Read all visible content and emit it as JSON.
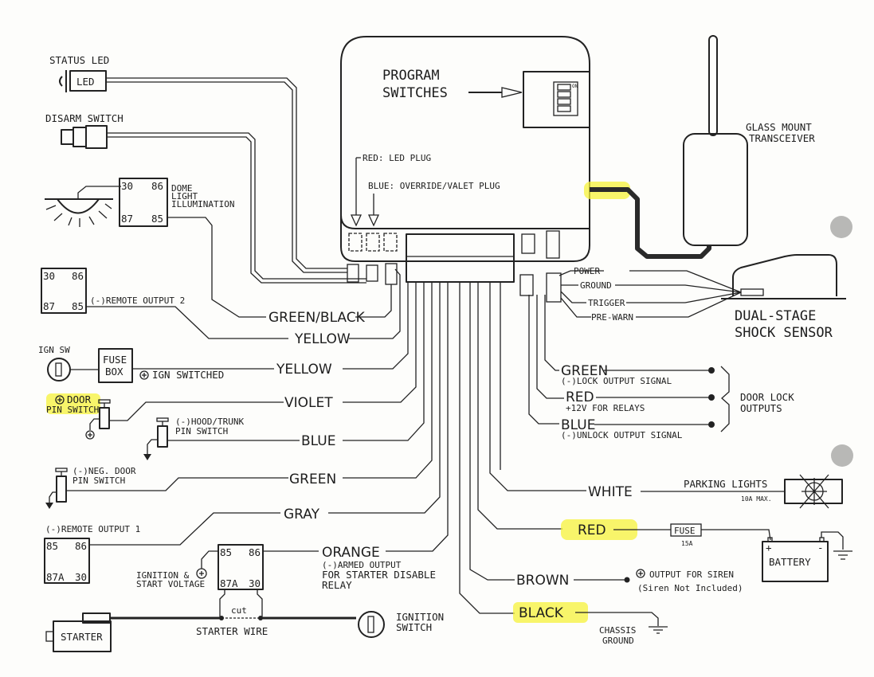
{
  "title": "Vehicle Alarm / Remote Start Wiring Diagram",
  "colors": {
    "highlight": "#f6f13a",
    "ink": "#1d1d1d",
    "paper": "#fdfdfb"
  },
  "control_unit": {
    "program_switches": [
      "PROGRAM",
      "SWITCHES"
    ],
    "red_plug": "RED: LED PLUG",
    "blue_plug": "BLUE: OVERRIDE/VALET PLUG",
    "dip_label": "ON"
  },
  "transceiver": {
    "line1": "GLASS MOUNT",
    "line2": "TRANSCEIVER"
  },
  "shock_sensor": {
    "line1": "DUAL-STAGE",
    "line2": "SHOCK SENSOR",
    "wires": [
      "POWER",
      "GROUND",
      "TRIGGER",
      "PRE-WARN"
    ]
  },
  "left": {
    "status_led": "STATUS LED",
    "led": "LED",
    "disarm_switch": "DISARM SWITCH",
    "dome_relay": {
      "p30": "30",
      "p86": "86",
      "p87": "87",
      "p85": "85"
    },
    "dome_label": [
      "DOME",
      "LIGHT",
      "ILLUMINATION"
    ],
    "remote2_relay": {
      "p30": "30",
      "p86": "86",
      "p87": "87",
      "p85": "85"
    },
    "remote2_label": "(-)REMOTE OUTPUT 2",
    "ign_sw": "IGN SW",
    "fuse_box": [
      "FUSE",
      "BOX"
    ],
    "ign_switched": "IGN SWITCHED",
    "door_pin_pos": [
      "DOOR",
      "PIN SWITCH"
    ],
    "hood_trunk": [
      "(-)HOOD/TRUNK",
      "PIN SWITCH"
    ],
    "neg_door": [
      "(-)NEG. DOOR",
      "PIN SWITCH"
    ],
    "remote1_label": "(-)REMOTE OUTPUT 1",
    "remote1_relay": {
      "p85": "85",
      "p86": "86",
      "p87a": "87A",
      "p30": "30"
    },
    "starter_relay": {
      "p85": "85",
      "p86": "86",
      "p87a": "87A",
      "p30": "30"
    },
    "ign_start_voltage": [
      "IGNITION &",
      "START VOLTAGE"
    ],
    "starter": "STARTER",
    "cut": "cut",
    "starter_wire": "STARTER WIRE",
    "ignition_switch": [
      "IGNITION",
      "SWITCH"
    ]
  },
  "wires_left": {
    "green_black": "GREEN/BLACK",
    "yellow1": "YELLOW",
    "yellow2": "YELLOW",
    "violet": "VIOLET",
    "blue": "BLUE",
    "green": "GREEN",
    "gray": "GRAY",
    "orange": "ORANGE",
    "orange_note": [
      "(-)ARMED OUTPUT",
      "FOR STARTER DISABLE",
      "RELAY"
    ]
  },
  "door_lock": {
    "green": "GREEN",
    "green_note": "(-)LOCK OUTPUT SIGNAL",
    "red": "RED",
    "red_note": "+12V FOR RELAYS",
    "blue": "BLUE",
    "blue_note": "(-)UNLOCK OUTPUT SIGNAL",
    "group": [
      "DOOR LOCK",
      "OUTPUTS"
    ]
  },
  "wires_right": {
    "white": "WHITE",
    "parking_lights": "PARKING LIGHTS",
    "parking_max": "10A MAX.",
    "red": "RED",
    "fuse": "FUSE",
    "fuse_rating": "15A",
    "battery": "BATTERY",
    "brown": "BROWN",
    "siren": "OUTPUT FOR SIREN",
    "siren_note": "(Siren Not Included)",
    "black": "BLACK",
    "chassis": [
      "CHASSIS",
      "GROUND"
    ]
  }
}
